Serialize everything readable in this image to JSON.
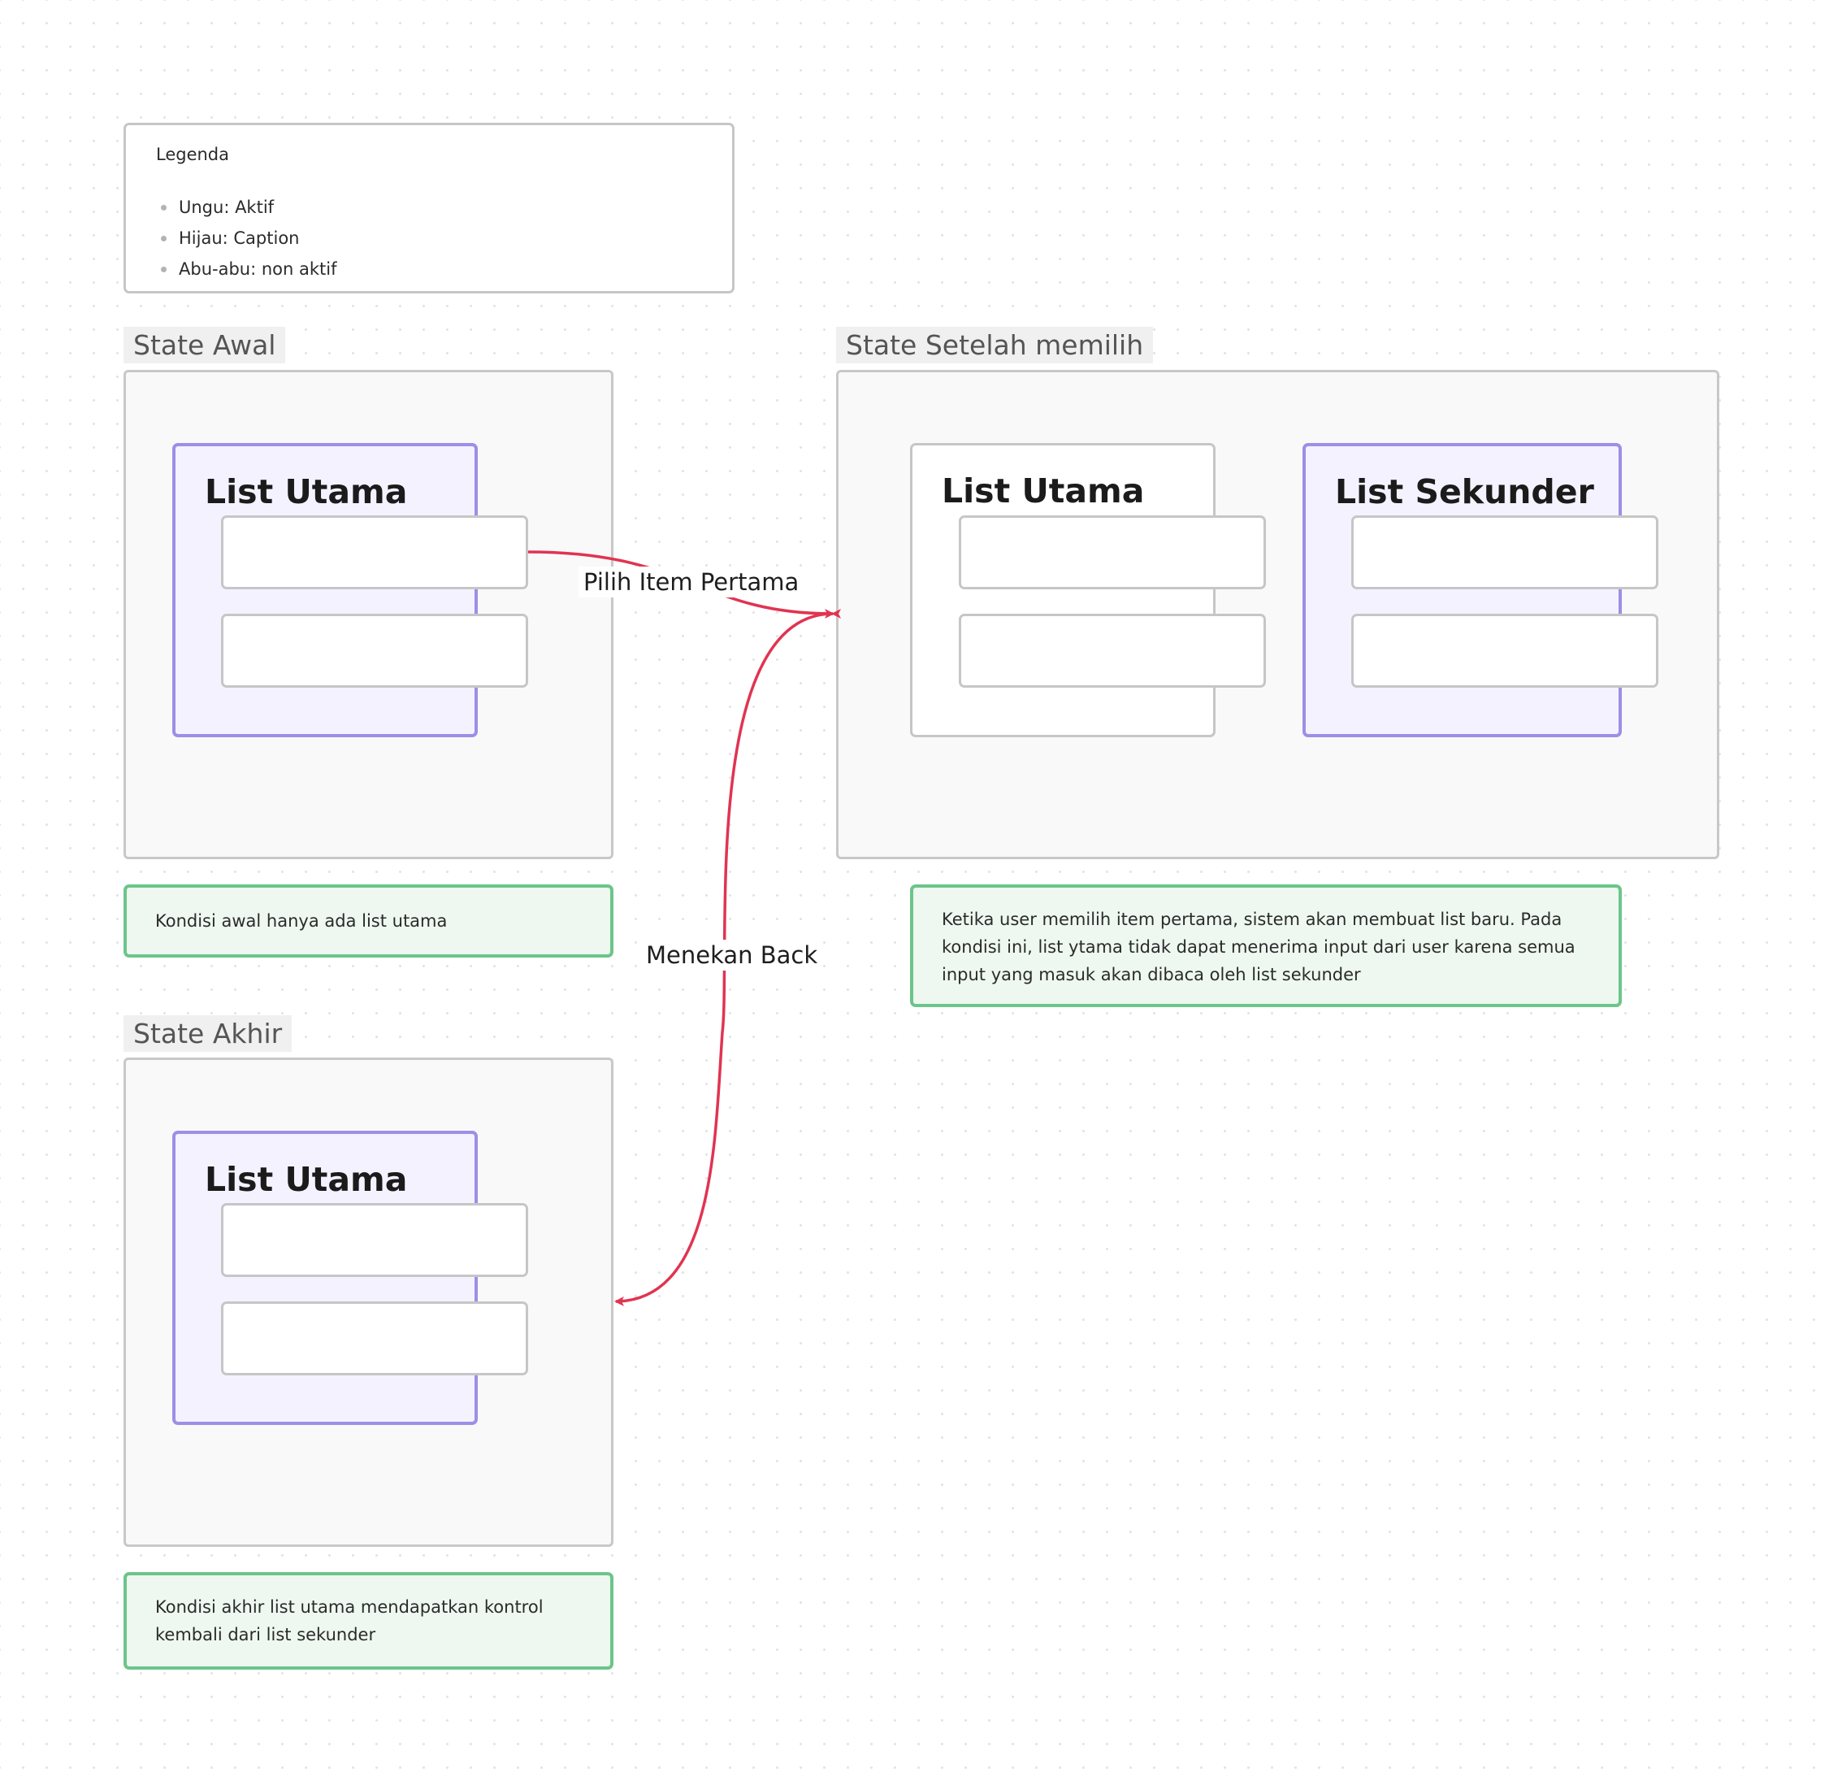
{
  "legend": {
    "title": "Legenda",
    "items": [
      "Ungu: Aktif",
      "Hijau: Caption",
      "Abu-abu: non aktif"
    ]
  },
  "states": {
    "awal": {
      "title": "State Awal",
      "list_title": "List Utama",
      "caption": "Kondisi awal hanya ada list utama"
    },
    "setelah": {
      "title": "State Setelah memilih",
      "list_utama_title": "List Utama",
      "list_sekunder_title": "List Sekunder",
      "caption_lines": [
        "Ketika user memilih item pertama, sistem akan membuat list baru. Pada",
        "kondisi ini, list ytama tidak dapat menerima input dari user karena semua",
        "input yang masuk akan dibaca oleh list sekunder"
      ]
    },
    "akhir": {
      "title": "State Akhir",
      "list_title": "List Utama",
      "caption_lines": [
        "Kondisi akhir list utama mendapatkan kontrol",
        "kembali dari list sekunder"
      ]
    }
  },
  "edges": {
    "pilih": "Pilih Item Pertama",
    "back": "Menekan Back"
  },
  "colors": {
    "active": "#9d8fe6",
    "caption": "#6cc58a",
    "inactive": "#c6c6c6",
    "arrow": "#e03451"
  }
}
